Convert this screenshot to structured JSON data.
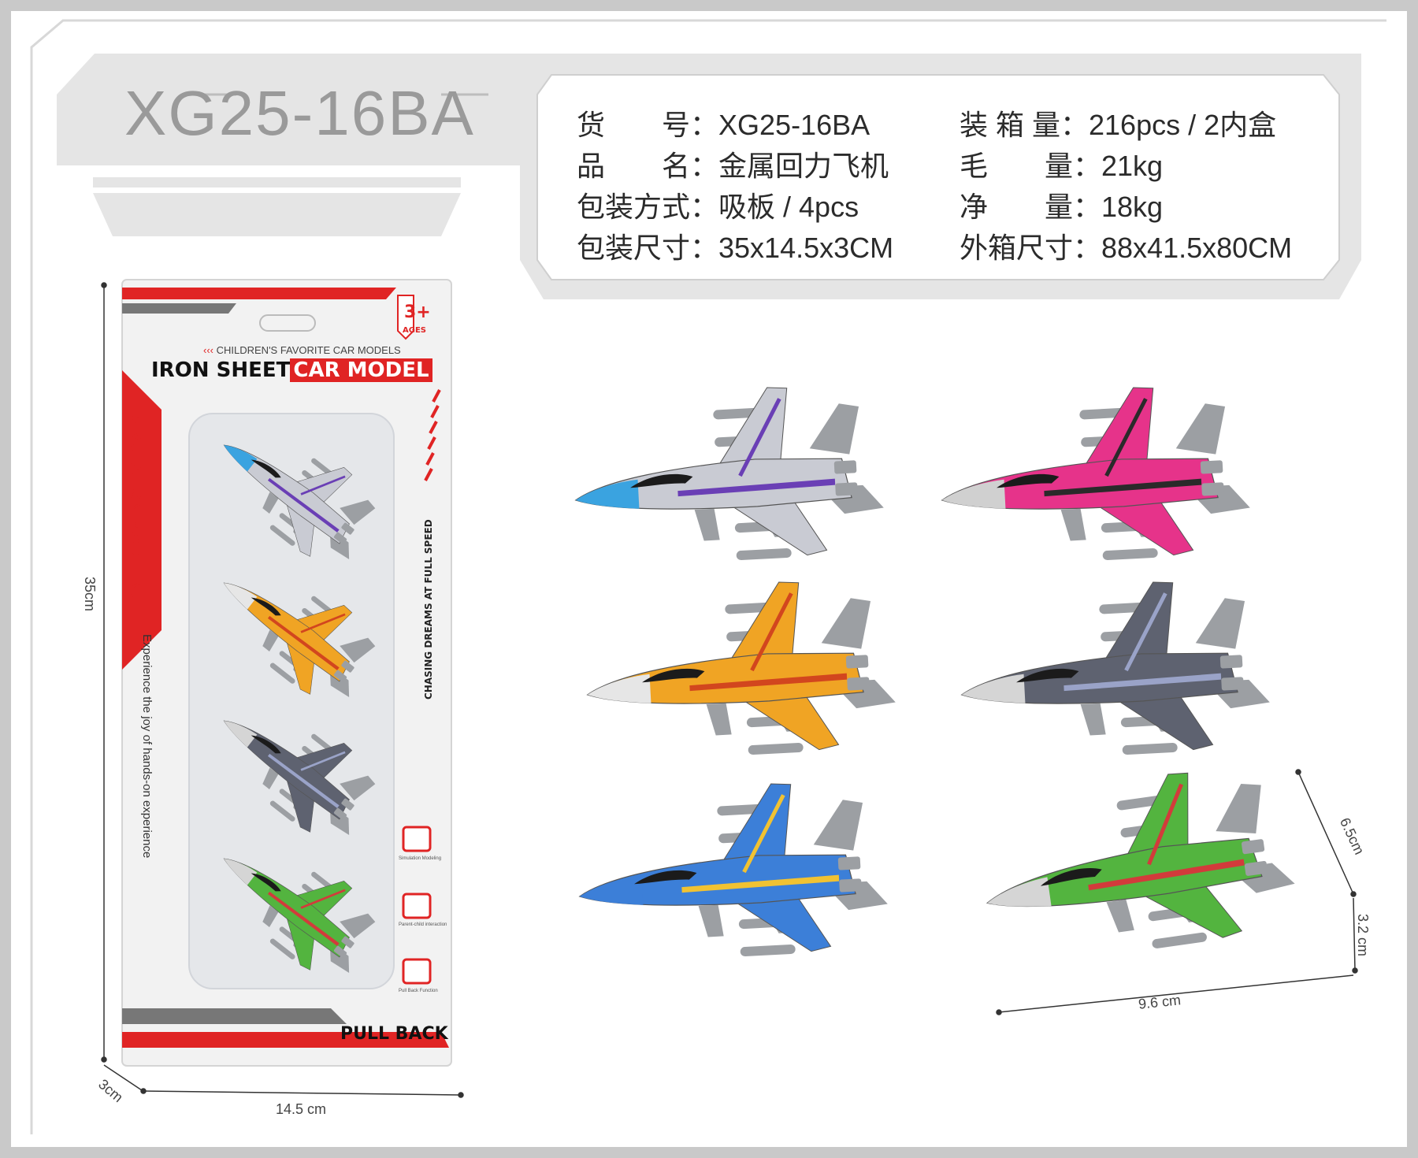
{
  "model_number": "XG25-16BA",
  "specs": {
    "left": [
      {
        "label": "货　　号：",
        "value": "XG25-16BA"
      },
      {
        "label": "品　　名：",
        "value": "金属回力飞机"
      },
      {
        "label": "包装方式：",
        "value": "吸板 / 4pcs"
      },
      {
        "label": "包装尺寸：",
        "value": "35x14.5x3CM"
      }
    ],
    "right": [
      {
        "label": "装 箱 量：",
        "value": "216pcs / 2内盒"
      },
      {
        "label": "毛　　量：",
        "value": "21kg"
      },
      {
        "label": "净　　量：",
        "value": "18kg"
      },
      {
        "label": "外箱尺寸：",
        "value": "88x41.5x80CM"
      }
    ]
  },
  "package": {
    "age_badge": "3+",
    "age_label": "AGES",
    "subtitle": "CHILDREN'S FAVORITE CAR MODELS",
    "title_black": "IRON SHEET",
    "title_red": "CAR MODEL",
    "side_text": "SIMULATION MODELING",
    "side_subtext": "Experience the joy of hands-on experience",
    "right_text": "CHASING DREAMS AT FULL SPEED",
    "feature_labels": [
      "Simulation Modeling",
      "Parent-child interaction",
      "Pull Back Function"
    ],
    "bottom_text": "PULL BACK"
  },
  "dimensions": {
    "package_height": "35cm",
    "package_width": "14.5 cm",
    "package_depth": "3cm",
    "plane_length": "9.6 cm",
    "plane_width": "6.5cm",
    "plane_height": "3.2 cm"
  },
  "planes": [
    {
      "name": "purple-white-jet",
      "body": "#c9cbd3",
      "accent": "#6a3fb5",
      "nose": "#3aa3e0"
    },
    {
      "name": "pink-jet",
      "body": "#e6338a",
      "accent": "#2a2a2a",
      "nose": "#d0d0d0"
    },
    {
      "name": "orange-jet",
      "body": "#f0a424",
      "accent": "#d2461e",
      "nose": "#e6e6e6"
    },
    {
      "name": "gray-camo-jet",
      "body": "#5e6270",
      "accent": "#9aa3c8",
      "nose": "#d5d5d5"
    },
    {
      "name": "blue-jet",
      "body": "#3c7fd8",
      "accent": "#f1c232",
      "nose": "#3c7fd8"
    },
    {
      "name": "green-jet",
      "body": "#53b43f",
      "accent": "#d23b3b",
      "nose": "#d5d5d5"
    }
  ]
}
